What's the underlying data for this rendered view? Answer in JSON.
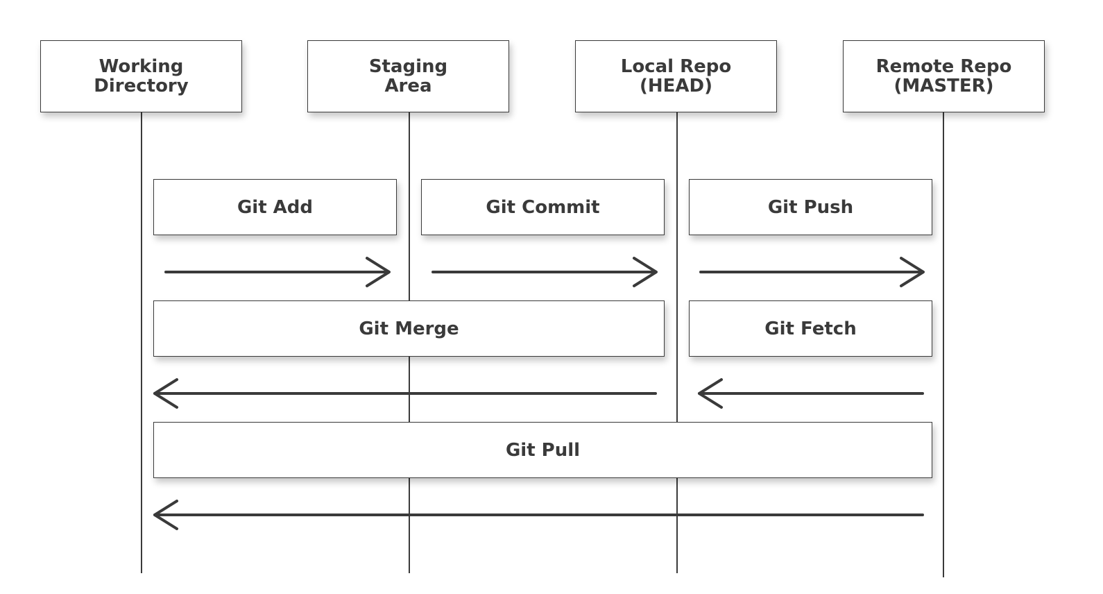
{
  "headers": {
    "working": {
      "line1": "Working",
      "line2": "Directory"
    },
    "staging": {
      "line1": "Staging",
      "line2": "Area"
    },
    "local": {
      "line1": "Local Repo",
      "line2": "(HEAD)"
    },
    "remote": {
      "line1": "Remote Repo",
      "line2": "(MASTER)"
    }
  },
  "commands": {
    "add": "Git Add",
    "commit": "Git Commit",
    "push": "Git Push",
    "merge": "Git Merge",
    "fetch": "Git Fetch",
    "pull": "Git Pull"
  },
  "colors": {
    "stroke": "#3a3a3a",
    "background": "#ffffff"
  }
}
